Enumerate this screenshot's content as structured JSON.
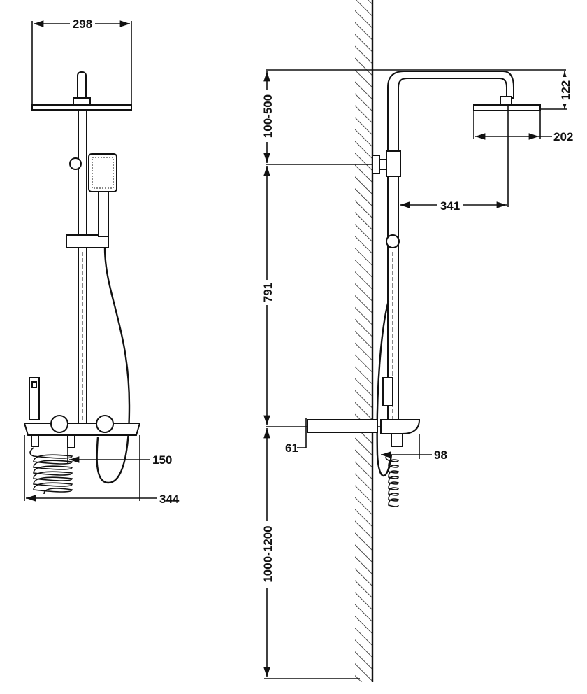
{
  "title": "Shower column dimension drawing",
  "front_view": {
    "dimensions": {
      "head_width": "298",
      "valve_spacing": "150",
      "shelf_width": "344"
    }
  },
  "side_view": {
    "dimensions": {
      "head_offset_range": "100-500",
      "riser_height": "791",
      "install_height": "1000-1200",
      "head_drop": "122",
      "head_diameter": "202",
      "arm_reach": "341",
      "shelf_height": "61",
      "shelf_depth": "98"
    }
  }
}
